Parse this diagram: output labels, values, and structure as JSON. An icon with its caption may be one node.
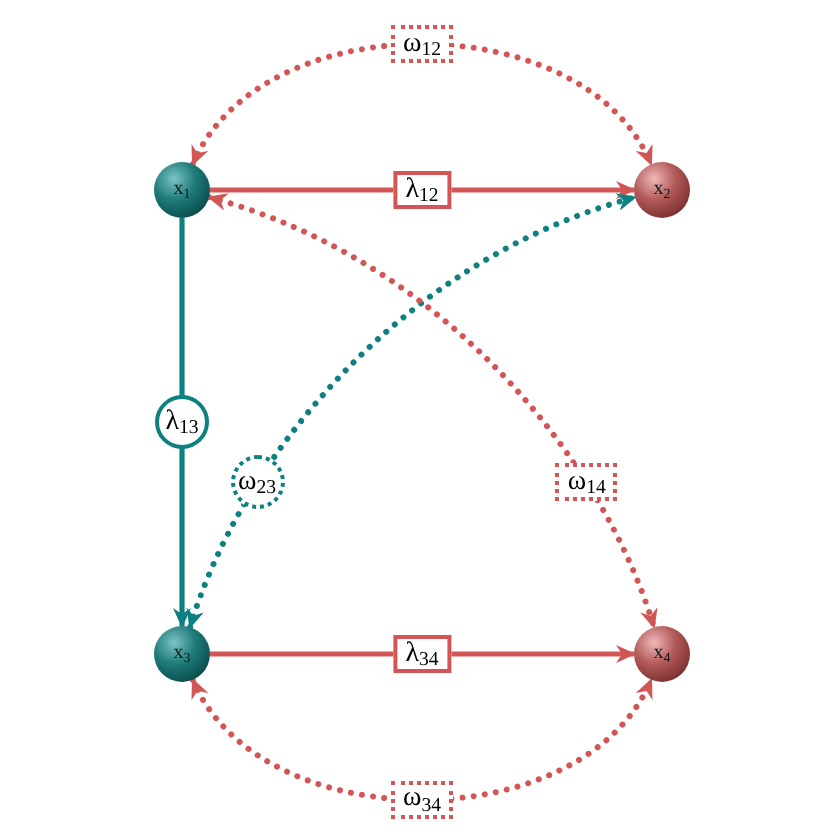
{
  "diagram": {
    "nodes": [
      {
        "text": [
          "x$_{1}$"
        ]
      },
      {
        "text": [
          "x$_{2}$"
        ]
      },
      {
        "text": [
          "x$_{3}$"
        ]
      },
      {
        "text": [
          "x$_{4}$"
        ]
      }
    ],
    "edges": [
      {
        "from": 0,
        "to": 1,
        "arrow": "both",
        "label": "ω$_{12}$",
        "style": "dashed"
      },
      {
        "from": 0,
        "to": 1,
        "arrow": "to",
        "label": "λ$_{12}$"
      },
      {
        "from": 0,
        "to": 2,
        "arrow": "to",
        "label": "λ$_{13}$",
        "color": "#0f8080"
      },
      {
        "from": 2,
        "to": 1,
        "arrow": "both",
        "label": "ω$_{23}$",
        "style": "dashed",
        "color": "#0f8080"
      },
      {
        "from": 0,
        "to": 3,
        "arrow": "both",
        "label": "ω$_{14}$",
        "style": "dashed"
      },
      {
        "from": 2,
        "to": 3,
        "arrow": "to",
        "label": "λ$_{34}$"
      },
      {
        "from": 2,
        "to": 3,
        "arrow": "both",
        "label": "ω$_{34}$",
        "style": "dashed"
      }
    ]
  }
}
